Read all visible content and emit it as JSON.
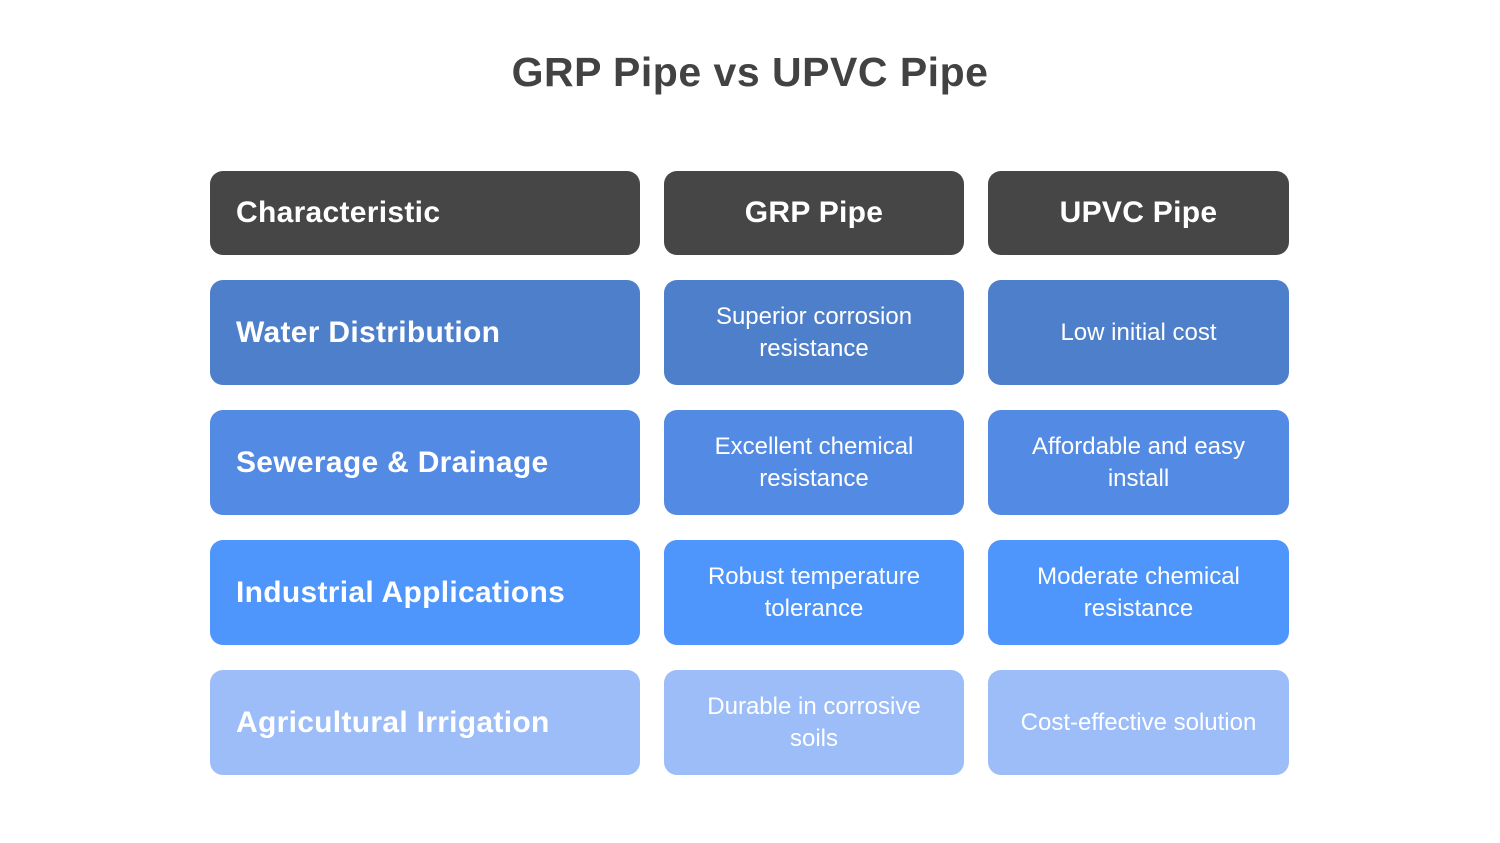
{
  "title": "GRP Pipe vs UPVC Pipe",
  "table": {
    "headers": [
      {
        "label": "Characteristic"
      },
      {
        "label": "GRP Pipe"
      },
      {
        "label": "UPVC Pipe"
      }
    ],
    "rows": [
      {
        "color": "#4e7fcb",
        "cells": [
          "Water Distribution",
          "Superior corrosion resistance",
          "Low initial cost"
        ]
      },
      {
        "color": "#528ae4",
        "cells": [
          "Sewerage & Drainage",
          "Excellent chemical resistance",
          "Affordable and easy install"
        ]
      },
      {
        "color": "#4e95fc",
        "cells": [
          "Industrial Applications",
          "Robust temperature tolerance",
          "Moderate chemical resistance"
        ]
      },
      {
        "color": "#9cbdf8",
        "cells": [
          "Agricultural Irrigation",
          "Durable in corrosive soils",
          "Cost-effective solution"
        ]
      }
    ],
    "colors": {
      "header_bg": "#464646",
      "header_text": "#ffffff",
      "cell_text": "#ffffff",
      "title_text": "#424242",
      "page_bg": "#ffffff"
    }
  }
}
